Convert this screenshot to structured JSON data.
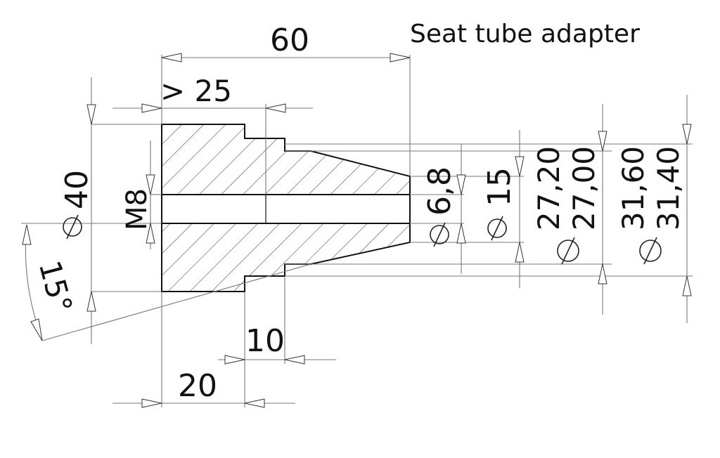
{
  "title": "Seat tube adapter",
  "dimensions": {
    "overall_length": "60",
    "thread_depth": "> 25",
    "diameter_40": "40",
    "thread": "M8",
    "angle": "15°",
    "diameter_6_8": "6,8",
    "diameter_15": "15",
    "diameter_27_upper": "27,20",
    "diameter_27_lower": "27,00",
    "diameter_31_upper": "31,60",
    "diameter_31_lower": "31,40",
    "length_10": "10",
    "length_20": "20"
  }
}
